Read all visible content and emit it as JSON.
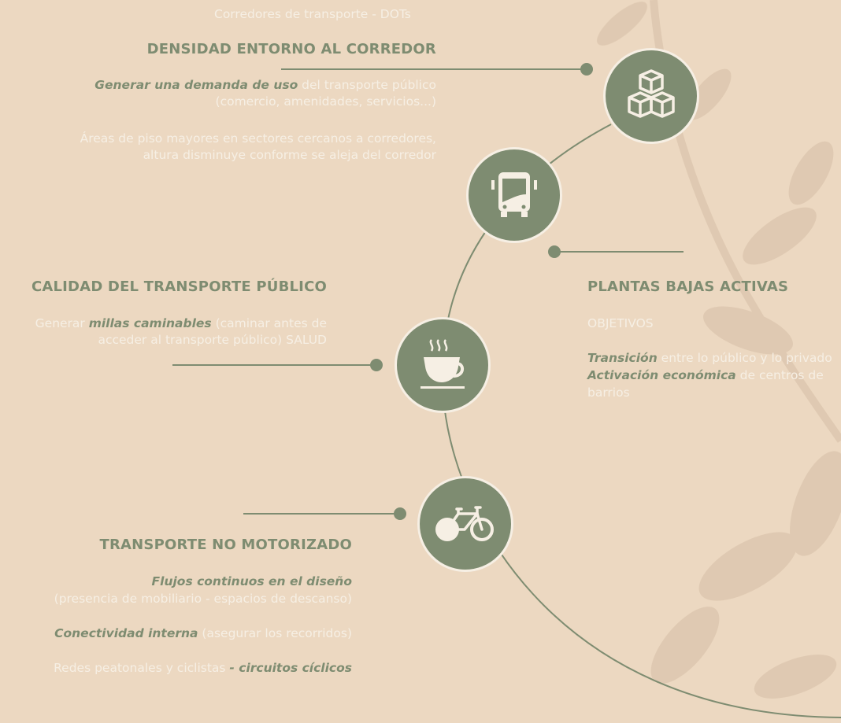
{
  "top_label": "Corredores de transporte - DOTs",
  "densidad": {
    "title": "DENSIDAD ENTORNO AL CORREDOR",
    "line1_em": "Generar una demanda de uso",
    "line1_rest": " del transporte público",
    "line2": "(comercio, amenidades, servicios...)",
    "line3": "Áreas de piso mayores en sectores cercanos a corredores,",
    "line4": "altura disminuye conforme se aleja del corredor"
  },
  "calidad": {
    "title": "CALIDAD DEL TRANSPORTE PÚBLICO",
    "line1_pre": "Generar ",
    "line1_em": "millas caminables",
    "line1_rest": " (caminar antes de",
    "line2": "acceder al transporte público) SALUD"
  },
  "plantas": {
    "title": "PLANTAS BAJAS ACTIVAS",
    "sub": "OBJETIVOS",
    "line1_em": "Transición",
    "line1_rest": " entre lo público y lo privado",
    "line2_em": "Activación económica",
    "line2_rest": " de centros de",
    "line3": "barrios"
  },
  "no_motorizado": {
    "title": "TRANSPORTE NO MOTORIZADO",
    "line1_em": "Flujos continuos en el diseño",
    "line2": "(presencia de mobiliario - espacios de descanso)",
    "line3_em": "Conectividad interna",
    "line3_rest": " (asegurar los recorridos)",
    "line4_pre": "Redes peatonales y ciclistas ",
    "line4_em": "- circuitos cíclicos"
  },
  "icons": [
    "cubes-icon",
    "bus-icon",
    "coffee-cup-icon",
    "bicycle-icon"
  ],
  "colors": {
    "background": "#ecd8c1",
    "accent": "#7e8c71",
    "light_text": "#f6efe4"
  }
}
